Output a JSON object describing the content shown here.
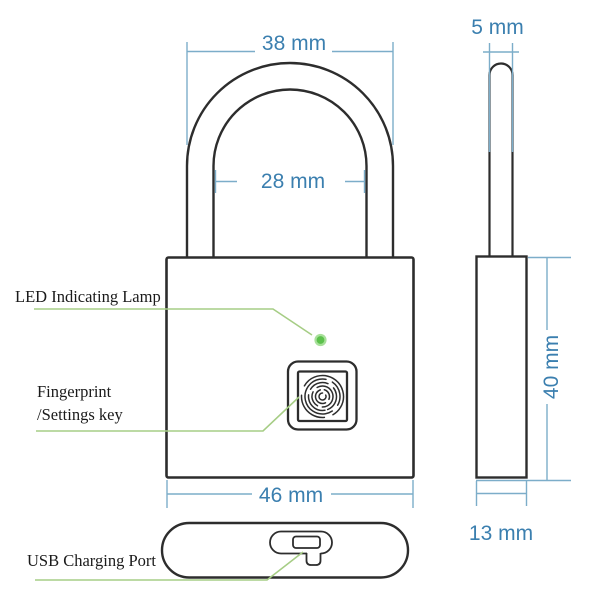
{
  "diagram": {
    "labels": {
      "led": "LED Indicating Lamp",
      "fingerprint_line1": "Fingerprint",
      "fingerprint_line2": "/Settings key",
      "usb": "USB Charging Port"
    },
    "dimensions": {
      "shackle_outer_width": "38 mm",
      "shackle_inner_width": "28 mm",
      "shackle_diameter": "5 mm",
      "body_width": "46 mm",
      "body_height": "40 mm",
      "body_depth": "13 mm"
    },
    "colors": {
      "outline": "#2d2d2d",
      "dimension_text": "#3b7faf",
      "dimension_line": "#7cadc9",
      "leader_line": "#a6cd85",
      "led_green": "#5cc14c",
      "label_text": "#1a1a1a",
      "background": "#ffffff"
    },
    "icons": {
      "fingerprint": "fingerprint-icon",
      "usb": "usb-port-icon",
      "led": "led-dot-icon"
    }
  }
}
